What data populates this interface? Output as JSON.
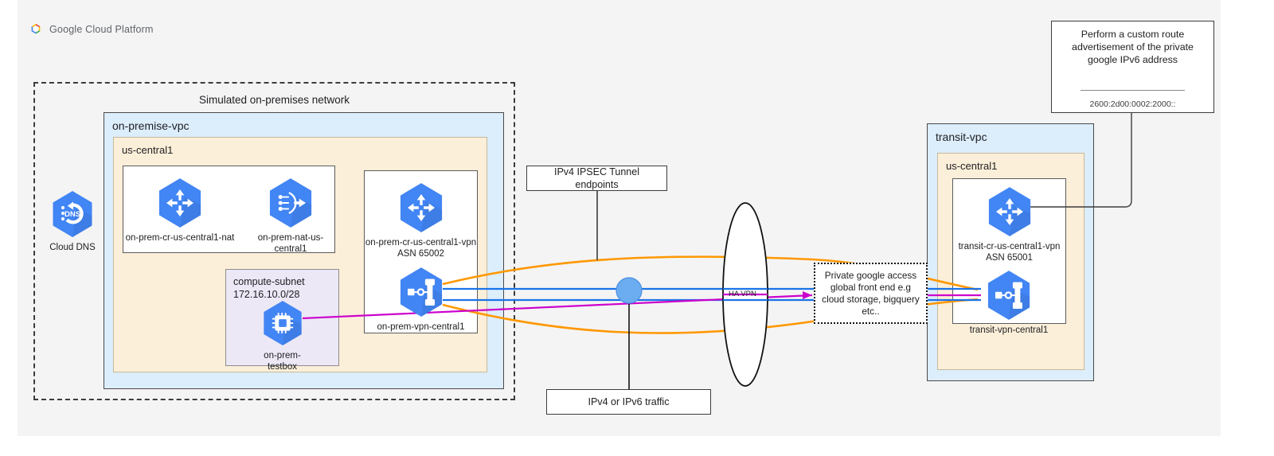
{
  "header": {
    "brand": "Google Cloud Platform",
    "logo_icon": "google-cloud-hexagon-logo"
  },
  "diagram": {
    "title": "Simulated on-premises network",
    "onprem": {
      "vpc_name": "on-premise-vpc",
      "region": "us-central1",
      "nodes": {
        "cloud_dns": {
          "label": "Cloud DNS",
          "icon": "cloud-dns-icon"
        },
        "cr_nat": {
          "label": "on-prem-cr-us-central1-nat",
          "icon": "cloud-router-icon"
        },
        "nat": {
          "label": "on-prem-nat-us-central1",
          "icon": "cloud-nat-icon"
        },
        "cr_vpn": {
          "label": "on-prem-cr-us-central1-vpn\nASN 65002",
          "icon": "cloud-router-icon"
        },
        "vpn_gw": {
          "label": "on-prem-vpn-central1",
          "icon": "vpn-gateway-icon"
        },
        "testbox": {
          "label": "on-prem-testbox",
          "icon": "compute-engine-icon"
        }
      },
      "subnet": {
        "name": "compute-subnet",
        "cidr": "172.16.10.0/28"
      }
    },
    "transit": {
      "vpc_name": "transit-vpc",
      "region": "us-central1",
      "nodes": {
        "cr_vpn": {
          "label": "transit-cr-us-central1-vpn\nASN 65001",
          "icon": "cloud-router-icon"
        },
        "vpn_gw": {
          "label": "transit-vpn-central1",
          "icon": "vpn-gateway-icon"
        }
      }
    },
    "labels": {
      "ipsec_endpoints": "IPv4 IPSEC Tunnel endpoints",
      "traffic": "IPv4 or IPv6 traffic",
      "ha_vpn": "HA VPN",
      "private_google_access": "Private google access global front end e.g cloud storage, bigquery etc.."
    },
    "note": {
      "text": "Perform a custom route advertisement of the private google IPv6 address",
      "address": "2600:2d00:0002:2000::"
    },
    "colors": {
      "tunnel_orange": "#ff9800",
      "ipv4_blue": "#1a73e8",
      "ipv6_magenta": "#cc00cc",
      "gcp_blue": "#4285f4",
      "vpc_fill": "#dcedfb",
      "region_fill": "#fcefd9",
      "subnet_fill": "#ece8f6",
      "canvas": "#f4f4f4"
    }
  }
}
